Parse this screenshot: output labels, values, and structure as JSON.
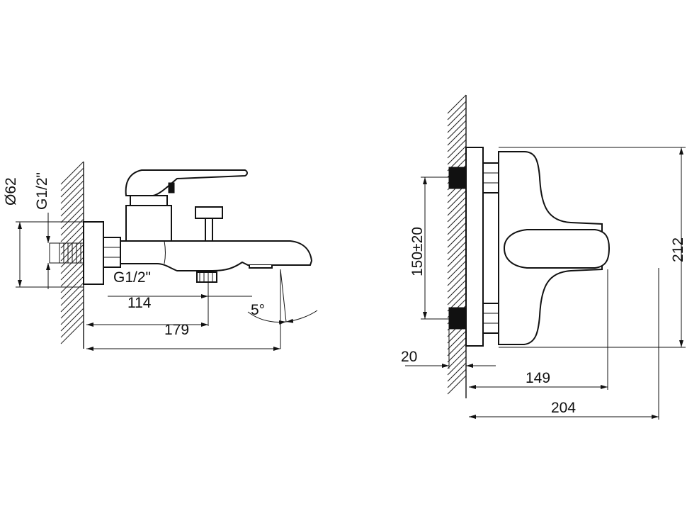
{
  "side_view": {
    "dim_diameter": "Ø62",
    "dim_thread_top": "G1/2\"",
    "dim_thread_bottom": "G1/2\"",
    "dim_114": "114",
    "dim_179": "179",
    "dim_angle": "5°"
  },
  "top_view": {
    "dim_centers": "150±20",
    "dim_20": "20",
    "dim_149": "149",
    "dim_204": "204",
    "dim_212": "212"
  }
}
